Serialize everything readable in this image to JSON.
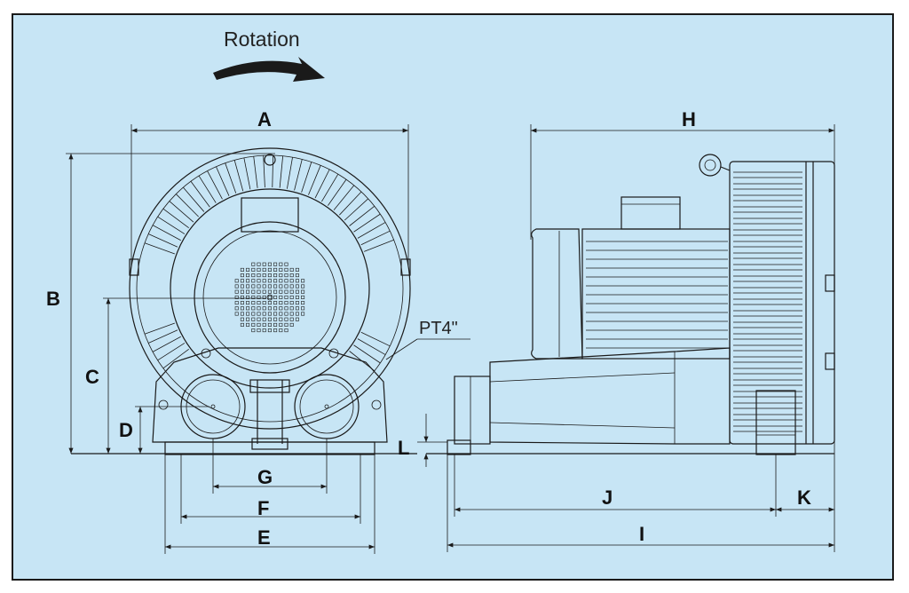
{
  "diagram": {
    "background": "#c7e5f5",
    "rotation_label": "Rotation",
    "port_label": "PT4\"",
    "dimensions": {
      "A": "A",
      "B": "B",
      "C": "C",
      "D": "D",
      "E": "E",
      "F": "F",
      "G": "G",
      "H": "H",
      "I": "I",
      "J": "J",
      "K": "K",
      "L": "L"
    }
  }
}
